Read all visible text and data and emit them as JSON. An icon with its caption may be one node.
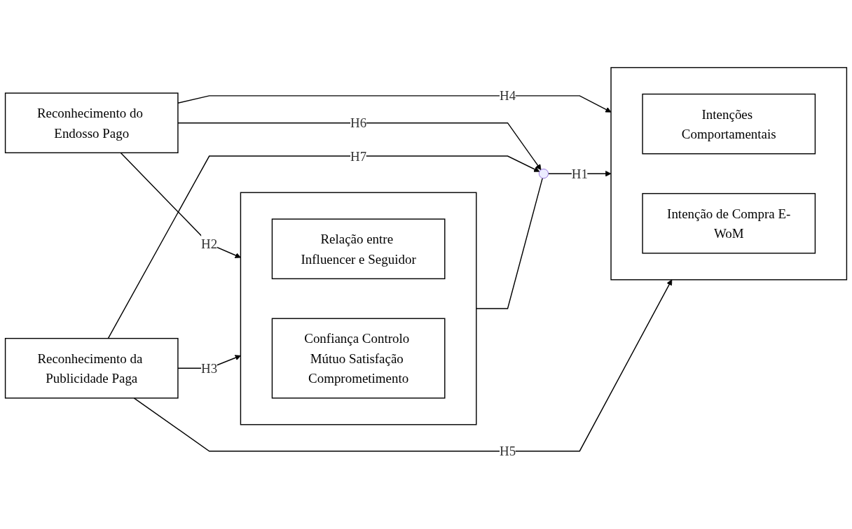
{
  "diagram": {
    "nodes": [
      {
        "text": [
          "Reconhecimento do Endosso Pago"
        ]
      },
      {
        "text": [],
        "shape": "box"
      },
      {
        "text": [
          "Relação entre Influencer e Seguidor"
        ],
        "in": 1
      },
      {
        "text": [
          "Confiança Controlo Mútuo Satisfação Comprometimento"
        ],
        "in": 1
      },
      {
        "text": [],
        "shape": "box"
      },
      {
        "text": [
          "Intenções Comportamentais"
        ],
        "in": 4
      },
      {
        "text": [
          "Intenção de Compra E-WoM"
        ],
        "in": 4
      },
      {
        "text": [
          "Reconhecimento da Publicidade Paga"
        ]
      },
      {
        "text": [],
        "shape": "dot"
      }
    ],
    "edges": [
      {
        "from": 0,
        "to": 1,
        "arrow": "to",
        "label": "H2"
      },
      {
        "from": 0,
        "to": 4,
        "arrow": "to",
        "label": "H4"
      },
      {
        "from": 1,
        "to": 8,
        "arrow": "none"
      },
      {
        "from": 8,
        "to": 4,
        "arrow": "to",
        "label": "H1"
      },
      {
        "from": 0,
        "to": 8,
        "arrow": "to",
        "label": "H6"
      },
      {
        "from": 7,
        "to": 8,
        "arrow": "to",
        "label": "H7"
      },
      {
        "from": 7,
        "to": 1,
        "arrow": "to",
        "label": "H3"
      },
      {
        "from": 7,
        "to": 4,
        "arrow": "to",
        "label": "H5"
      }
    ]
  }
}
